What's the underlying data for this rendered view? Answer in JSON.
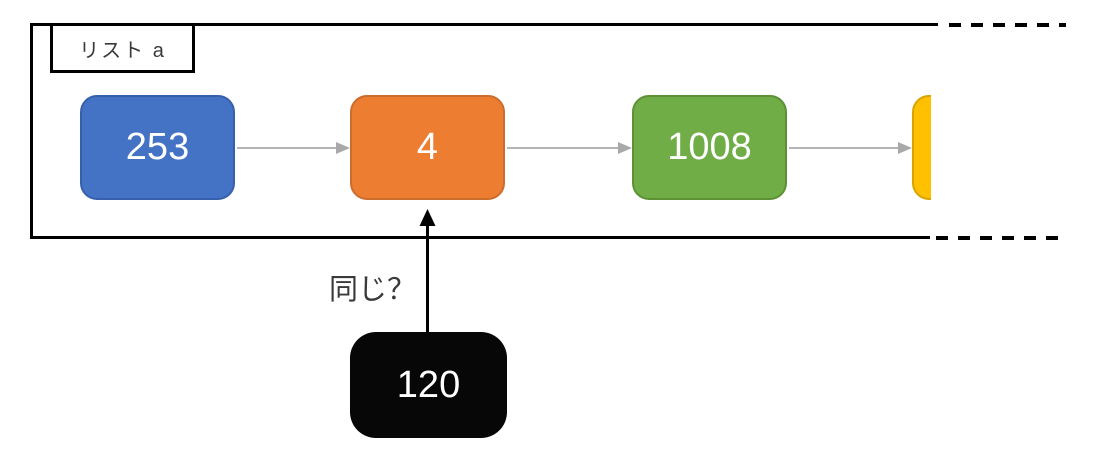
{
  "diagram": {
    "list": {
      "label": "リスト a",
      "nodes": [
        {
          "value": "253",
          "fill": "#4472C4",
          "border": "#3760AC"
        },
        {
          "value": "4",
          "fill": "#ED7D31",
          "border": "#CB6D2D"
        },
        {
          "value": "1008",
          "fill": "#70AD47",
          "border": "#5E9136"
        },
        {
          "value": "",
          "fill": "#FFC000",
          "border": "#D9A300",
          "partially_visible": true
        }
      ],
      "continues_right": true
    },
    "compare": {
      "question_label": "同じ？",
      "node": {
        "value": "120",
        "fill": "#070707"
      }
    },
    "colors": {
      "frame": "#000000",
      "connector_arrow": "#A9A9A9",
      "compare_arrow": "#000000",
      "node_text": "#FFFFFF",
      "label_text": "#3A3A3A"
    }
  }
}
